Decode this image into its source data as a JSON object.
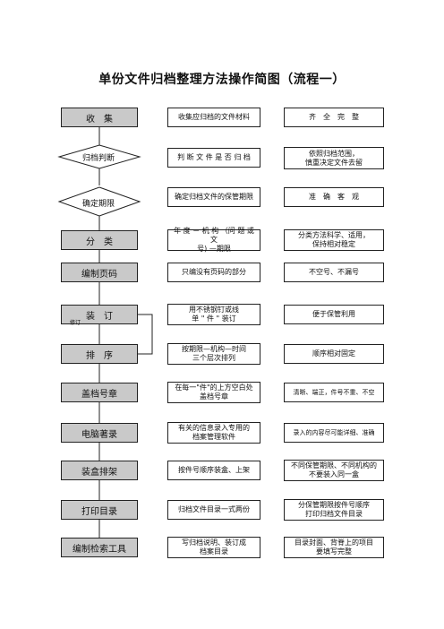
{
  "title": "单份文件归档整理方法操作简图（流程一）",
  "rows": [
    {
      "step": "收　集",
      "action": "收集应归档的文件材料",
      "principle": "齐　全　完　整"
    },
    {
      "step": "归档判断",
      "action": "判 断 文 件 是 否 归 档",
      "principle": "依照归档范围，\n慎重决定文件去留"
    },
    {
      "step": "确定期限",
      "action": "确定归档文件的保管期限",
      "principle": "准　确　客　观"
    },
    {
      "step": "分　类",
      "action": "年 度 － 机 构 （问 题 或 文\n号) —期限",
      "principle": "分类方法科学、适用，\n保持相对稳定"
    },
    {
      "step": "编制页码",
      "action": "只编没有页码的部分",
      "principle": "不空号、不漏号"
    },
    {
      "step": "装　订",
      "step_sub": "修订",
      "action": "用不锈钢钉或线\n单 \" 件 \" 装订",
      "principle": "便于保管利用"
    },
    {
      "step": "排　序",
      "action": "按期限—机构—时间\n三个层次排列",
      "principle": "顺序相对固定"
    },
    {
      "step": "盖档号章",
      "action": "在每一\"件\"的上方空白处\n盖档号章",
      "principle": "清晰、端正，件号不重、不空"
    },
    {
      "step": "电脑著录",
      "action": "有关的信息录入专用的\n档案管理软件",
      "principle": "录入的内容尽可能详细、准确"
    },
    {
      "step": "装盒排架",
      "action": "按件号顺序装盒、上架",
      "principle": "不同保管期限、不同机构的\n不要装入同一盒"
    },
    {
      "step": "打印目录",
      "action": "归档文件目录一式两份",
      "principle": "分保管期限按件号顺序\n打印归档文件目录"
    },
    {
      "step": "编制检索工具",
      "action": "写归档说明、装订成\n档案目录",
      "principle": "目录封面、背脊上的项目\n要填写完整"
    }
  ]
}
